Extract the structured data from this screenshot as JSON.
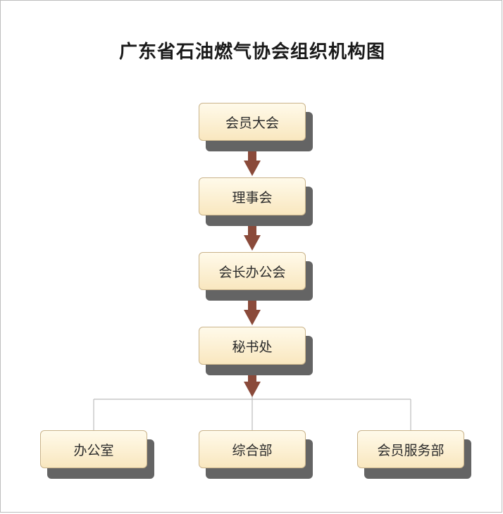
{
  "title": "广东省石油燃气协会组织机构图",
  "nodes": {
    "general_assembly": "会员大会",
    "council": "理事会",
    "president_office_meeting": "会长办公会",
    "secretariat": "秘书处",
    "office": "办公室",
    "general_department": "综合部",
    "member_services_department": "会员服务部"
  },
  "colors": {
    "node_fill": "#fdf1d4",
    "node_border": "#c9b38a",
    "shadow": "#646464",
    "arrow": "#8a4a3a",
    "connector_line": "#bcbcbc"
  }
}
